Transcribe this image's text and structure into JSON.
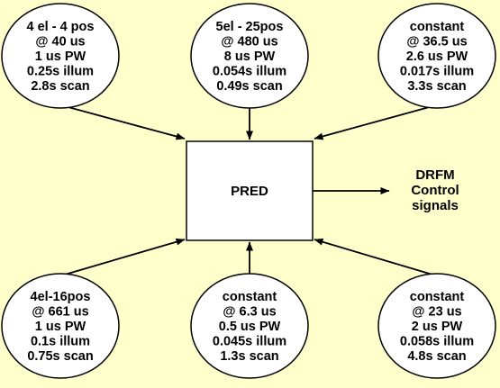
{
  "background_color": "#FFFFCC",
  "stroke_color": "#000000",
  "box_fill": "#FFFFFF",
  "center": {
    "label": "PRED"
  },
  "output": {
    "lines": [
      "DRFM",
      "Control",
      "signals"
    ]
  },
  "nodes": [
    {
      "id": "top-left",
      "lines": [
        "4 el - 4 pos",
        "@ 40 us",
        "1 us PW",
        "0.25s illum",
        "2.8s scan"
      ]
    },
    {
      "id": "top-center",
      "lines": [
        "5el - 25pos",
        "@ 480 us",
        "8 us PW",
        "0.054s illum",
        "0.49s scan"
      ]
    },
    {
      "id": "top-right",
      "lines": [
        "constant",
        "@ 36.5 us",
        "2.6 us PW",
        "0.017s illum",
        "3.3s scan"
      ]
    },
    {
      "id": "bottom-left",
      "lines": [
        "4el-16pos",
        "@ 661 us",
        "1 us PW",
        "0.1s illum",
        "0.75s scan"
      ]
    },
    {
      "id": "bottom-center",
      "lines": [
        "constant",
        "@ 6.3 us",
        "0.5 us PW",
        "0.045s illum",
        "1.3s scan"
      ]
    },
    {
      "id": "bottom-right",
      "lines": [
        "constant",
        "@ 23 us",
        "2 us PW",
        "0.058s illum",
        "4.8s scan"
      ]
    }
  ]
}
